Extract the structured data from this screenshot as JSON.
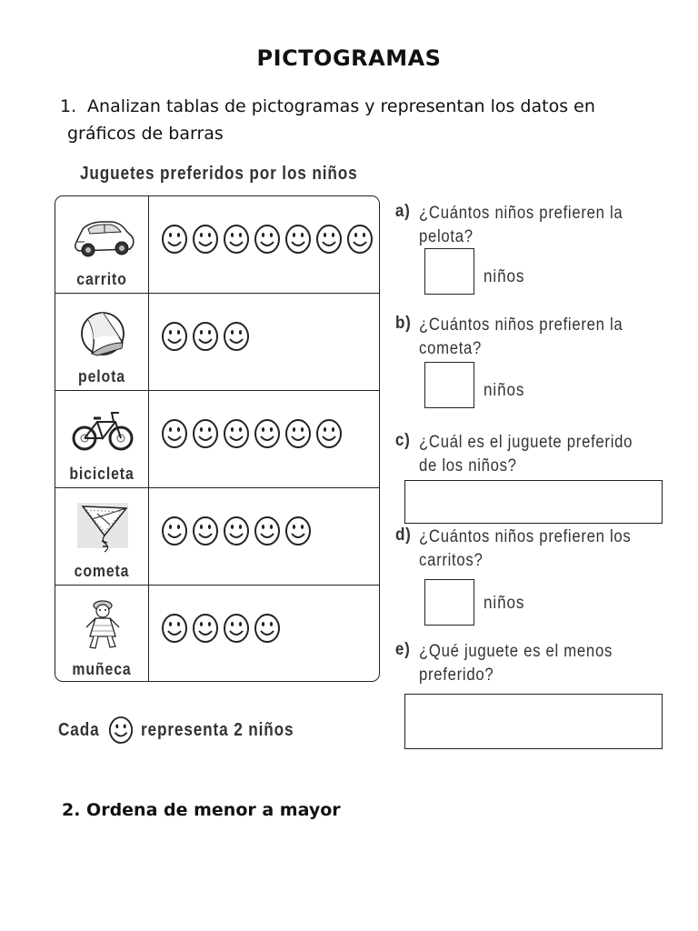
{
  "title": "PICTOGRAMAS",
  "instruction": {
    "number": "1.",
    "line1": "Analizan tablas de pictogramas y representan los datos en",
    "line2": "gráficos de barras"
  },
  "table_title": "Juguetes preferidos por los niños",
  "rows": [
    {
      "label": "carrito",
      "icon": "car-icon",
      "count": 7
    },
    {
      "label": "pelota",
      "icon": "ball-icon",
      "count": 3
    },
    {
      "label": "bicicleta",
      "icon": "bicycle-icon",
      "count": 6
    },
    {
      "label": "cometa",
      "icon": "kite-icon",
      "count": 5
    },
    {
      "label": "muñeca",
      "icon": "doll-icon",
      "count": 4
    }
  ],
  "legend": {
    "prefix": "Cada",
    "icon": "smiley-icon",
    "suffix": "representa 2 niños"
  },
  "questions": [
    {
      "letter": "a)",
      "text": "¿Cuántos niños prefieren la pelota?",
      "unit": "niños"
    },
    {
      "letter": "b)",
      "text": "¿Cuántos niños prefieren la cometa?",
      "unit": "niños"
    },
    {
      "letter": "c)",
      "text": "¿Cuál es el juguete preferido de los niños?"
    },
    {
      "letter": "d)",
      "text": "¿Cuántos niños prefieren los carritos?",
      "unit": "niños"
    },
    {
      "letter": "e)",
      "text": "¿Qué juguete es el menos preferido?"
    }
  ],
  "section2": "2. Ordena de menor a mayor",
  "chart_data": {
    "type": "table",
    "title": "Juguetes preferidos por los niños",
    "categories": [
      "carrito",
      "pelota",
      "bicicleta",
      "cometa",
      "muñeca"
    ],
    "values": [
      7,
      3,
      6,
      5,
      4
    ],
    "unit": "smiley-icon",
    "note": "Cada ☺ representa 2 niños"
  }
}
